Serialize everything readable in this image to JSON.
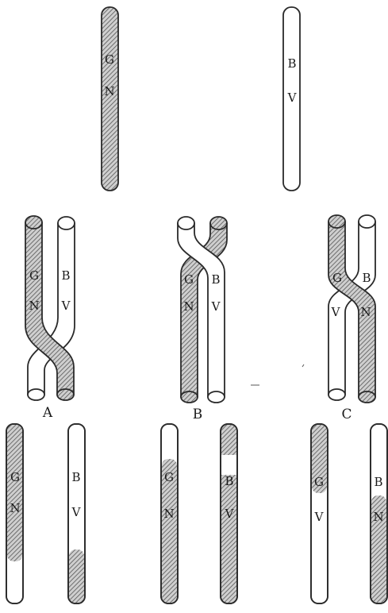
{
  "colors": {
    "paternal": "#cfcfcf",
    "hatch": "#555555",
    "maternal": "#ffffff",
    "outline": "#2a2a2a"
  },
  "parents": {
    "left": {
      "fill": "hatched",
      "genes": [
        "G",
        "N"
      ]
    },
    "right": {
      "fill": "plain",
      "genes": [
        "B",
        "V"
      ]
    }
  },
  "crossings": [
    {
      "caption": "A",
      "left_genes": [
        "G",
        "N"
      ],
      "right_genes": [
        "B",
        "V"
      ],
      "cross": "below genes"
    },
    {
      "caption": "B",
      "left_genes": [
        "G",
        "N"
      ],
      "right_genes": [
        "B",
        "V"
      ],
      "cross": "above genes"
    },
    {
      "caption": "C",
      "left_genes": [
        "G",
        "V"
      ],
      "right_genes": [
        "B",
        "N"
      ],
      "cross": "between genes"
    }
  ],
  "results": [
    {
      "left_genes": [
        "G",
        "N"
      ],
      "right_genes": [
        "B",
        "V"
      ],
      "left_plain_tail": 0.23,
      "right_hatched_tail": 0.37
    },
    {
      "left_genes": [
        "G",
        "N"
      ],
      "right_genes": [
        "B",
        "V"
      ],
      "left_plain_head": 0.16,
      "right_plain_band": [
        0.17,
        0.28
      ]
    },
    {
      "left_genes": [
        "G",
        "V"
      ],
      "right_genes": [
        "B",
        "N"
      ],
      "left_plain_from": 0.4,
      "right_hatched_from": 0.4
    }
  ]
}
